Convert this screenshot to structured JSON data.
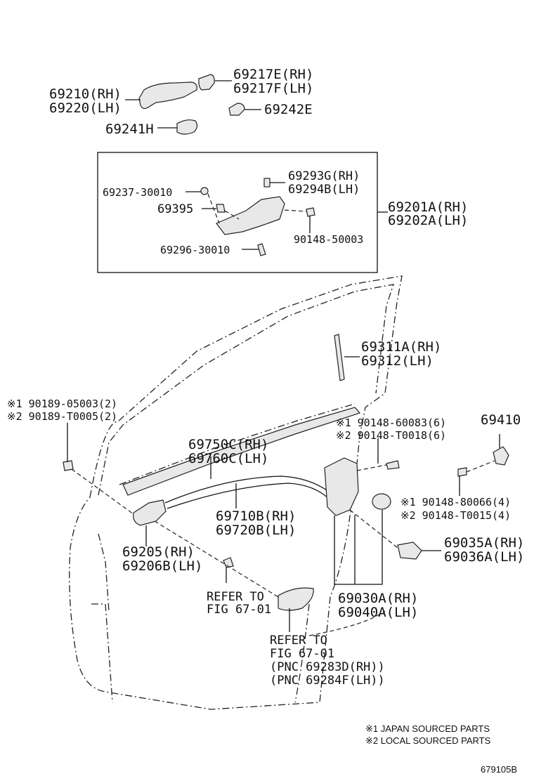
{
  "labels": {
    "handle_rh": "69210(RH)",
    "handle_lh": "69220(LH)",
    "cover_rh": "69217E(RH)",
    "cover_lh": "69217F(LH)",
    "part_69242": "69242E",
    "part_69241": "69241H",
    "frame_rh": "69293G(RH)",
    "frame_lh": "69294B(LH)",
    "part_69237": "69237-30010",
    "part_69395": "69395",
    "part_90148_50003": "90148-50003",
    "part_69296": "69296-30010",
    "assy_rh": "69201A(RH)",
    "assy_lh": "69202A(LH)",
    "channel_rh": "69311A(RH)",
    "channel_lh": "69312(LH)",
    "screw1_japan": "※1 90189-05003(2)",
    "screw1_local": "※2 90189-T0005(2)",
    "bolt_japan": "※1 90148-60083(6)",
    "bolt_local": "※2 90148-T0018(6)",
    "part_69410": "69410",
    "cable_rh": "69750C(RH)",
    "cable_lh": "69760C(LH)",
    "screw2_japan": "※1 90148-80066(4)",
    "screw2_local": "※2 90148-T0015(4)",
    "rod_rh": "69710B(RH)",
    "rod_lh": "69720B(LH)",
    "inside_rh": "69205(RH)",
    "inside_lh": "69206B(LH)",
    "latch_cover_rh": "69035A(RH)",
    "latch_cover_lh": "69036A(LH)",
    "refer1_a": "REFER TO",
    "refer1_b": "FIG 67-01",
    "lock_rh": "69030A(RH)",
    "lock_lh": "69040A(LH)",
    "refer2_a": "REFER TO",
    "refer2_b": "FIG 67-01",
    "refer2_c": "(PNC 69283D(RH))",
    "refer2_d": "(PNC 69284F(LH))"
  },
  "legend": {
    "japan": "※1 JAPAN SOURCED PARTS",
    "local": "※2 LOCAL SOURCED PARTS"
  },
  "figure_number": "679105B"
}
